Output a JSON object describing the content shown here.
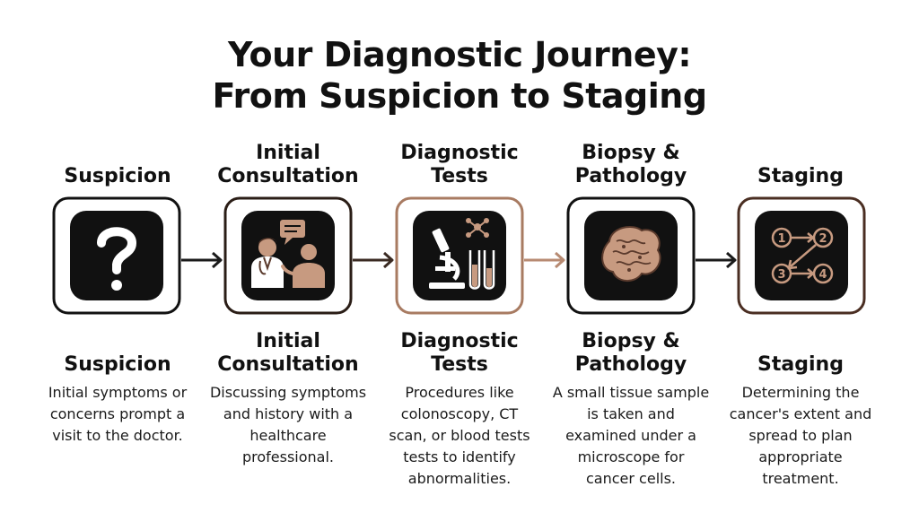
{
  "title": {
    "line1": "Your Diagnostic Journey:",
    "line2": "From Suspicion to Staging"
  },
  "steps": [
    {
      "top_label": "Suspicion",
      "bottom_label": "Suspicion",
      "description": "Initial symptoms or concerns prompt a visit to the doctor.",
      "icon": "question-mark-icon",
      "frame_color": "#111111"
    },
    {
      "top_label": "Initial\nConsultation",
      "bottom_label": "Initial\nConsultation",
      "description": "Discussing symptoms and history with a healthcare professional.",
      "icon": "doctor-patient-icon",
      "frame_color": "#2a1d16"
    },
    {
      "top_label": "Diagnostic\nTests",
      "bottom_label": "Diagnostic\nTests",
      "description": "Procedures like colonoscopy, CT scan, or blood tests tests to identify abnormalities.",
      "icon": "microscope-icon",
      "frame_color": "#a87b62"
    },
    {
      "top_label": "Biopsy &\nPathology",
      "bottom_label": "Biopsy &\nPathology",
      "description": "A small tissue sample is taken and examined under a microscope for cancer cells.",
      "icon": "tissue-sample-icon",
      "frame_color": "#111111"
    },
    {
      "top_label": "Staging",
      "bottom_label": "Staging",
      "description": "Determining the cancer's extent and spread to plan appropriate treatment.",
      "icon": "staging-flow-icon",
      "frame_color": "#4a2e22",
      "stage_numbers": [
        "1",
        "2",
        "3",
        "4"
      ]
    }
  ],
  "colors": {
    "accent_tan": "#c79a80",
    "accent_brown": "#5a3a2c",
    "arrow_dark": "#1a1a1a",
    "arrow_tan": "#b78a72"
  }
}
